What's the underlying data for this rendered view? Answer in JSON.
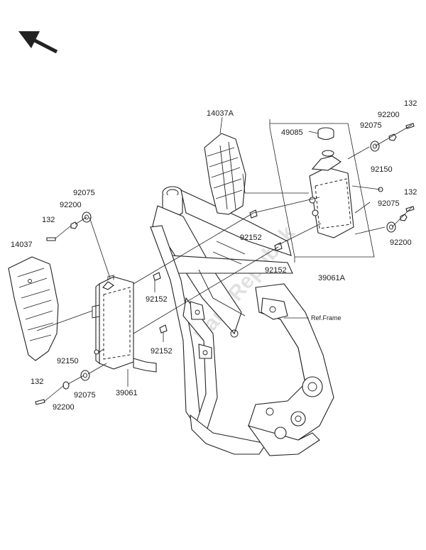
{
  "watermark": "PartsRepublik",
  "reference": "Ref.Frame",
  "colors": {
    "ink": "#222222",
    "watermark": "#bdbdbd",
    "background": "#ffffff"
  },
  "icons": {
    "orientation": "direction-arrow-icon"
  },
  "labels": {
    "l132_tr": "132",
    "l92200_tr": "92200",
    "l92075_tr": "92075",
    "l49085": "49085",
    "l14037A": "14037A",
    "l92150_r": "92150",
    "l132_r": "132",
    "l92075_r": "92075",
    "l92200_r": "92200",
    "l92152_mr": "92152",
    "l92152_br": "92152",
    "l39061A": "39061A",
    "l92075_l": "92075",
    "l92200_l": "92200",
    "l132_l": "132",
    "l14037": "14037",
    "l92152_ml": "92152",
    "l92152_bl": "92152",
    "l92150_l": "92150",
    "l132_bl": "132",
    "l92075_bl": "92075",
    "l92200_bl": "92200",
    "l39061": "39061"
  }
}
